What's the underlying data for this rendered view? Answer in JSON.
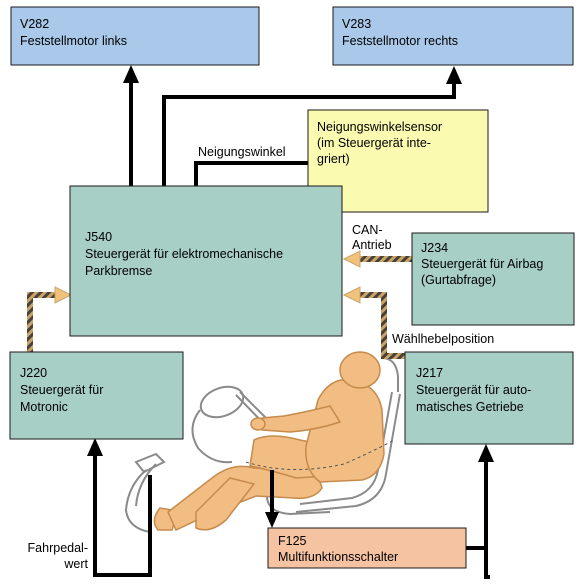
{
  "colors": {
    "motor_fill": "#a9c8ea",
    "unit_fill": "#a8cfc6",
    "sensor_fill": "#fafab0",
    "switch_fill": "#f5c3a2",
    "border": "#1a1a1a",
    "signal_line": "#000000",
    "can_stripe_a": "#c9a46a",
    "can_stripe_b": "#4a4036",
    "can_head": "#f0c27a",
    "body_fill": "#f2bd82",
    "body_stroke": "#c68a4c",
    "seat_stroke": "#8a8a8a"
  },
  "boxes": {
    "v282": {
      "code": "V282",
      "name": "Feststellmotor links"
    },
    "v283": {
      "code": "V283",
      "name": "Feststellmotor rechts"
    },
    "sensor": {
      "line1": "Neigungswinkelsensor",
      "line2": "(im Steuergerät inte-",
      "line3": "griert)"
    },
    "j540": {
      "code": "J540",
      "line1": "Steuergerät für elektromechanische",
      "line2": "Parkbremse"
    },
    "j234": {
      "code": "J234",
      "line1": "Steuergerät für Airbag",
      "line2": "(Gurtabfrage)"
    },
    "j220": {
      "code": "J220",
      "line1": "Steuergerät für",
      "line2": "Motronic"
    },
    "j217": {
      "code": "J217",
      "line1": "Steuergerät für auto-",
      "line2": "matisches Getriebe"
    },
    "f125": {
      "code": "F125",
      "name": "Multifunktionsschalter"
    }
  },
  "labels": {
    "neigungswinkel": "Neigungswinkel",
    "can1": "CAN-",
    "can2": "Antrieb",
    "waehlhebel": "Wählhebelposition",
    "fahrpedal1": "Fahrpedal-",
    "fahrpedal2": "wert"
  }
}
